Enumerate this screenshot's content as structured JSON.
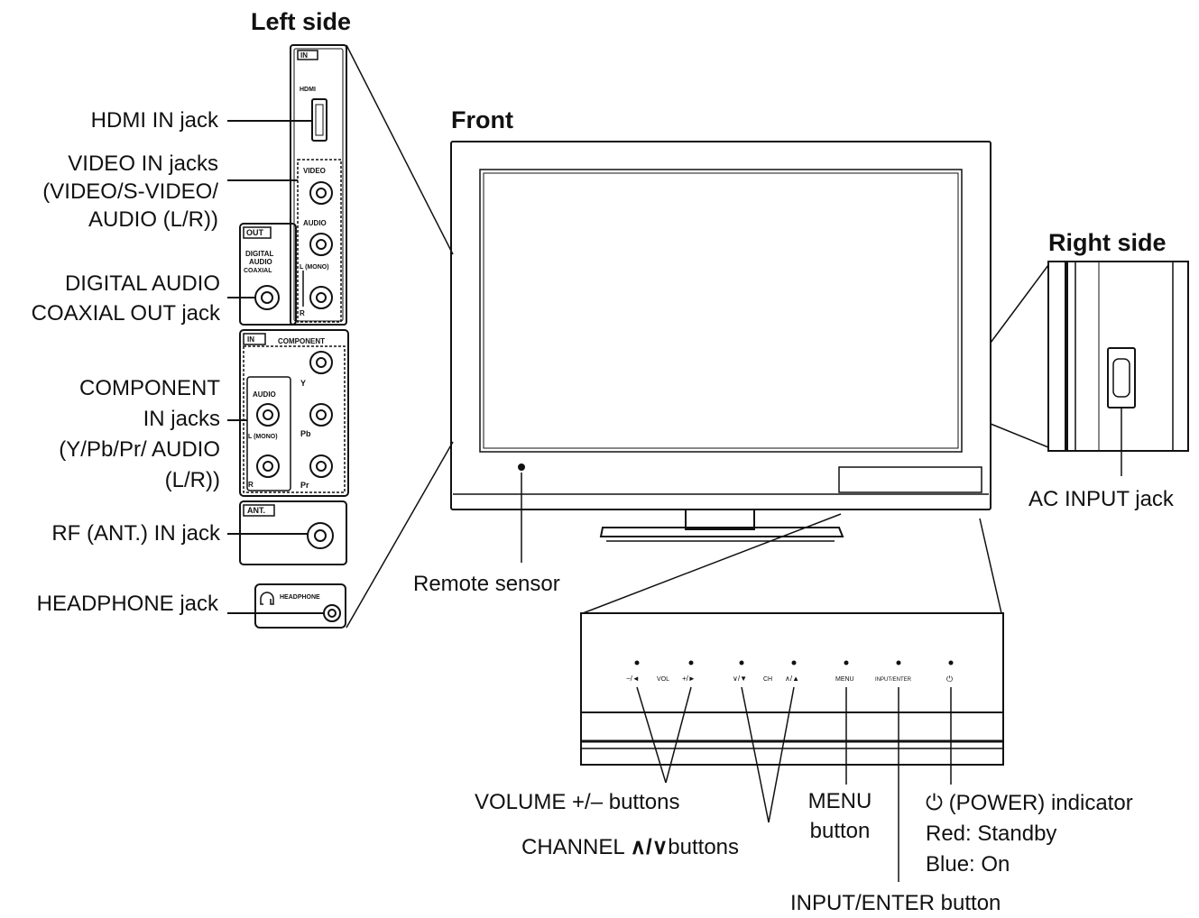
{
  "headings": {
    "left_side": "Left side",
    "front": "Front",
    "right_side": "Right side"
  },
  "left_labels": {
    "hdmi": "HDMI IN jack",
    "video_in": [
      "VIDEO IN jacks",
      "(VIDEO/S-VIDEO/",
      "AUDIO (L/R))"
    ],
    "digital_audio": [
      "DIGITAL AUDIO",
      "COAXIAL OUT jack"
    ],
    "component": [
      "COMPONENT",
      "IN jacks",
      "(Y/Pb/Pr/ AUDIO",
      "(L/R))"
    ],
    "rf": "RF (ANT.) IN jack",
    "headphone": "HEADPHONE jack"
  },
  "panel_markings": {
    "in": "IN",
    "hdmi": "HDMI",
    "video": "VIDEO",
    "audio": "AUDIO",
    "l_mono": "L (MONO)",
    "r": "R",
    "out": "OUT",
    "digital_audio_coaxial": [
      "DIGITAL",
      "AUDIO",
      "COAXIAL"
    ],
    "component": "COMPONENT",
    "y": "Y",
    "pb": "Pb",
    "pr": "Pr",
    "ant": "ANT.",
    "headphone": "HEADPHONE"
  },
  "front_labels": {
    "remote_sensor": "Remote sensor",
    "ac_input": "AC INPUT jack"
  },
  "button_markings": {
    "vol_minus": "−/◄",
    "vol": "VOL",
    "vol_plus": "+/►",
    "ch_down": "∨/▼",
    "ch": "CH",
    "ch_up": "∧/▲",
    "menu": "MENU",
    "input_enter": "INPUT/ENTER",
    "power": "⏻"
  },
  "bottom_labels": {
    "volume": "VOLUME +/– buttons",
    "channel_prefix": "CHANNEL",
    "channel_symbols": "∧/∨",
    "channel_suffix": "buttons",
    "menu": [
      "MENU",
      "button"
    ],
    "power": [
      "⏻ (POWER) indicator",
      "Red: Standby",
      "Blue: On"
    ],
    "input_enter": "INPUT/ENTER button"
  }
}
